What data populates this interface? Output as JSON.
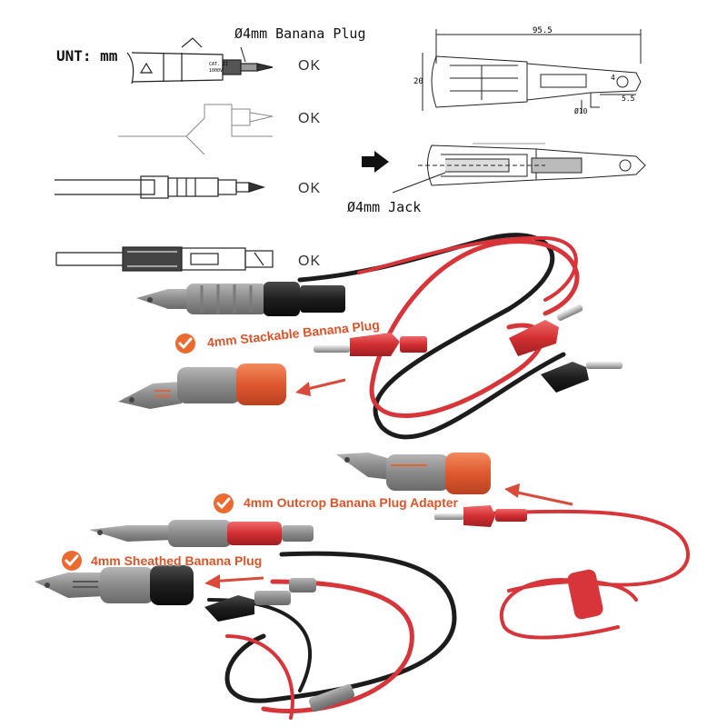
{
  "diagram": {
    "unit_label": "UNT: mm",
    "banana_plug_label": "Ø4mm Banana Plug",
    "jack_label": "Ø4mm Jack",
    "ok_marks": [
      "OK",
      "OK",
      "OK",
      "OK"
    ],
    "dimensions": {
      "length": "95.5",
      "height": "20",
      "tip_a": "4",
      "tip_b": "5.5",
      "dia": "Ø10"
    },
    "probe_text": {
      "cat": "CAT. II",
      "rating": "1000V"
    }
  },
  "callouts": {
    "stackable": "4mm Stackable Banana Plug",
    "outcrop": "4mm Outcrop Banana Plug Adapter",
    "sheathed": "4mm Sheathed Banana Plug"
  },
  "colors": {
    "red_cable": "#d8353a",
    "black_cable": "#1c1c1c",
    "probe_grey": "#8e8e8e",
    "accent_orange": "#e3623a",
    "arrow_red": "#d94a3a"
  }
}
